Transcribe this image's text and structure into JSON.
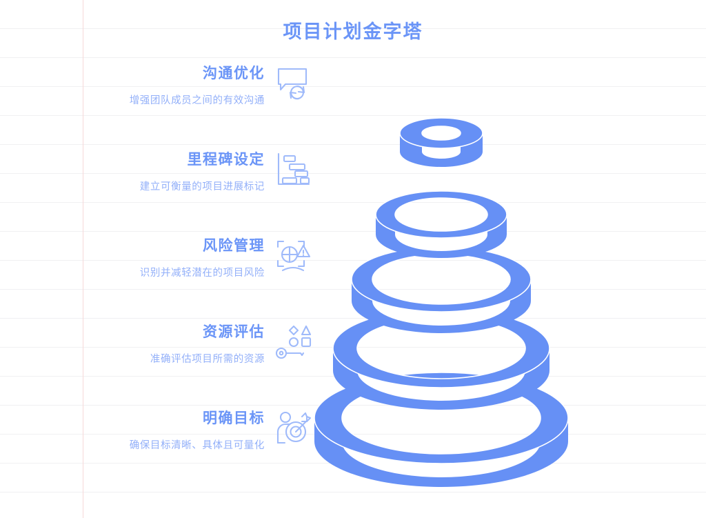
{
  "header": {
    "title": "项目计划金字塔"
  },
  "theme": {
    "accent": "#6b95f7",
    "accent_light": "#93b0f9",
    "ring_fill": "#6690f5",
    "paper_line": "#f0f0f2",
    "paper_margin": "#f6d9d9",
    "background": "#ffffff"
  },
  "items": [
    {
      "title": "沟通优化",
      "desc": "增强团队成员之间的有效沟通",
      "icon": "speech-bubble-refresh-icon"
    },
    {
      "title": "里程碑设定",
      "desc": "建立可衡量的项目进展标记",
      "icon": "gantt-chart-icon"
    },
    {
      "title": "风险管理",
      "desc": "识别并减轻潜在的项目风险",
      "icon": "pie-chart-warning-icon"
    },
    {
      "title": "资源评估",
      "desc": "准确评估项目所需的资源",
      "icon": "key-shapes-icon"
    },
    {
      "title": "明确目标",
      "desc": "确保目标清晰、具体且可量化",
      "icon": "person-target-icon"
    }
  ],
  "chart_data": {
    "type": "pyramid",
    "title": "项目计划金字塔",
    "orientation": "stacked-rings-ascending",
    "levels": [
      {
        "rank": 1,
        "label": "沟通优化",
        "radius": 60,
        "position": "top"
      },
      {
        "rank": 2,
        "label": "里程碑设定",
        "radius": 95,
        "position": "upper"
      },
      {
        "rank": 3,
        "label": "风险管理",
        "radius": 125,
        "position": "middle"
      },
      {
        "rank": 4,
        "label": "资源评估",
        "radius": 152,
        "position": "lower"
      },
      {
        "rank": 5,
        "label": "明确目标",
        "radius": 178,
        "position": "base"
      }
    ]
  }
}
